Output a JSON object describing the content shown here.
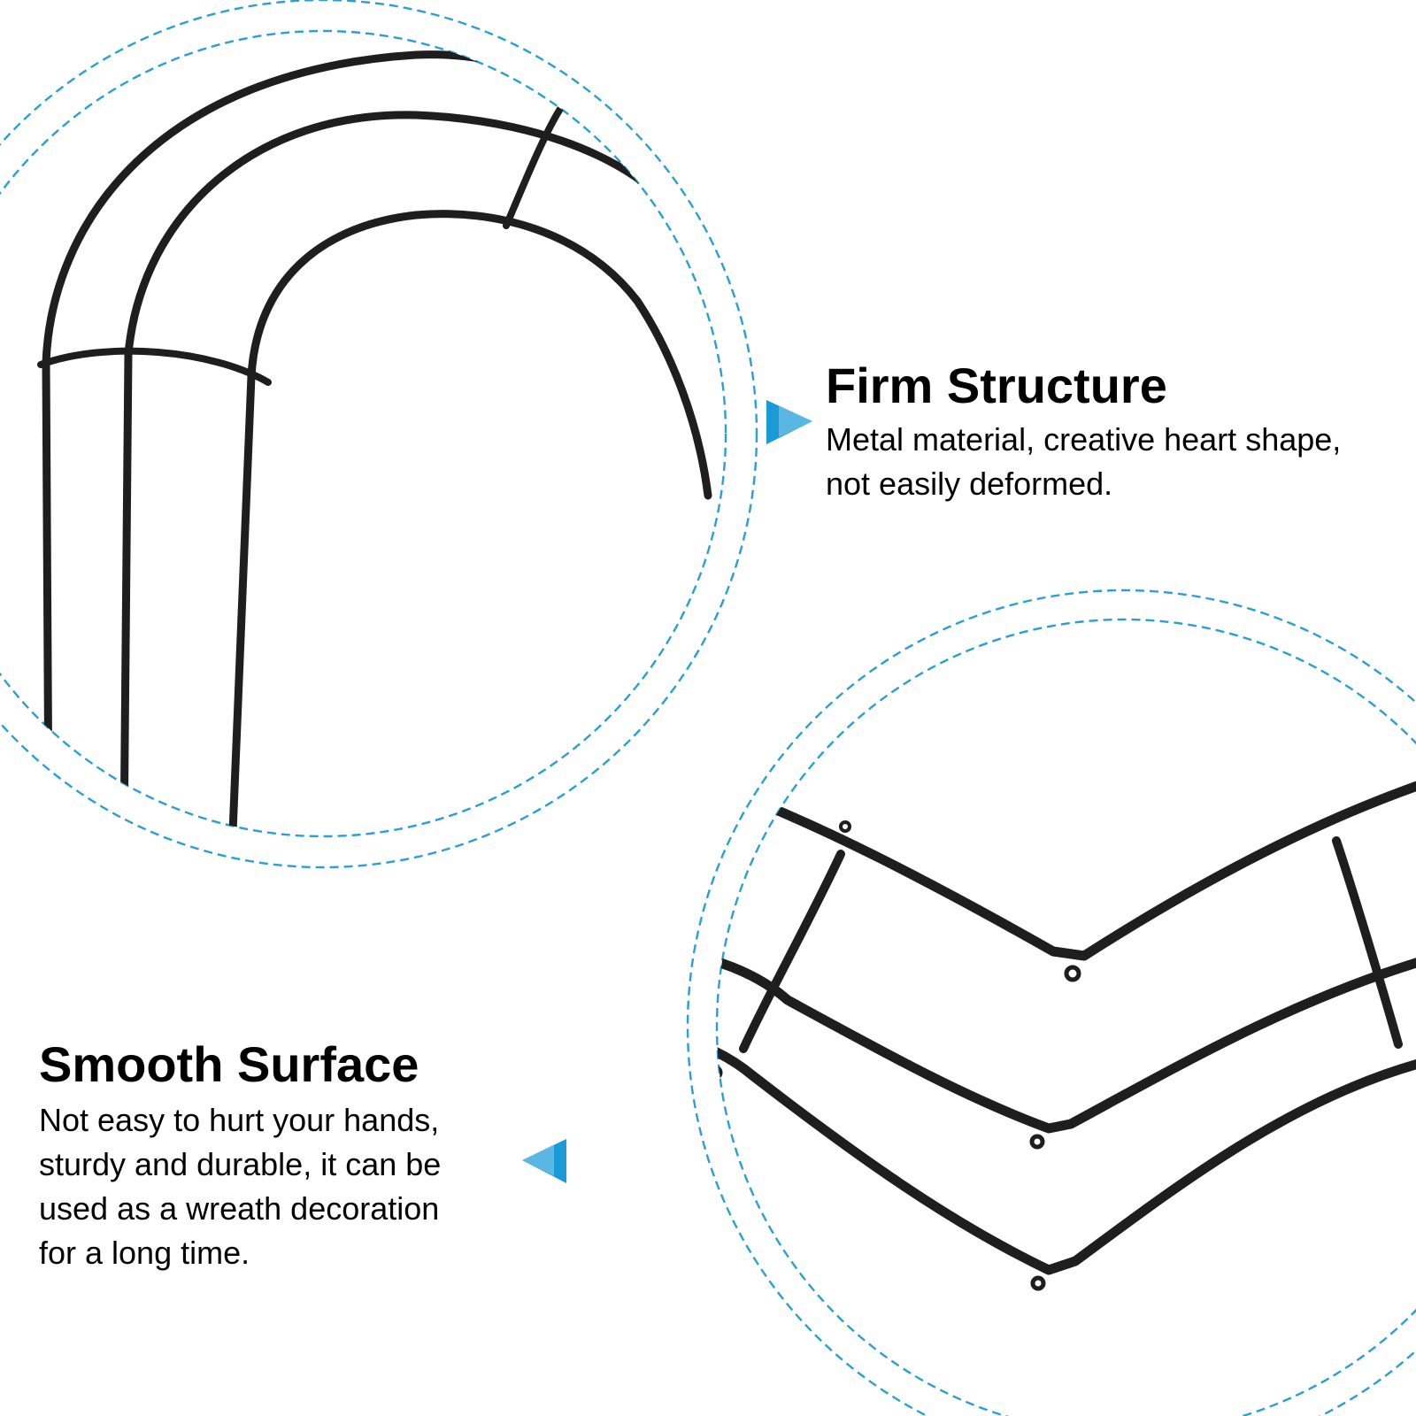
{
  "features": {
    "firm_structure": {
      "title": "Firm Structure",
      "description": "Metal material, creative heart shape,\nnot easily deformed."
    },
    "smooth_surface": {
      "title": "Smooth Surface",
      "description": "Not easy to hurt your hands,\nsturdy and durable, it can be\nused as a wreath decoration\nfor a long time."
    }
  },
  "icons": {
    "pointer_right": "triangle-right-icon",
    "pointer_left": "triangle-left-icon"
  },
  "colors": {
    "accent": "#1a9ad6",
    "dashed_circle": "#2a9fd6",
    "wire": "#1e1e1e",
    "text": "#000000",
    "background": "#ffffff"
  }
}
